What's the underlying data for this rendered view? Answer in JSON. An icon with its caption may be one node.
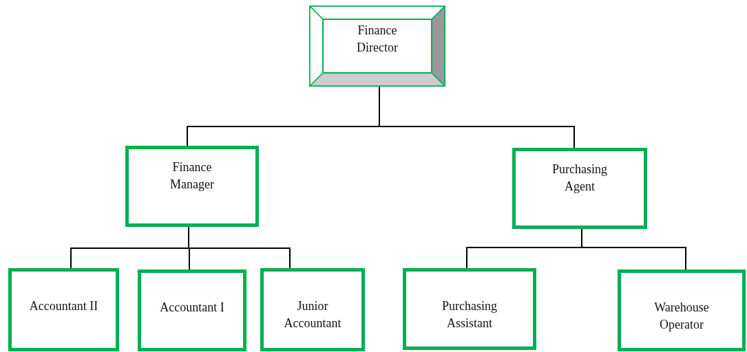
{
  "diagram": {
    "nodes": [
      {
        "text": [
          "Finance Director"
        ]
      },
      {
        "text": [
          "Finance Manager"
        ]
      },
      {
        "text": [
          "Purchasing Agent"
        ]
      },
      {
        "text": [
          "Accountant II"
        ]
      },
      {
        "text": [
          "Accountant I"
        ]
      },
      {
        "text": [
          "Junior Accountant"
        ]
      },
      {
        "text": [
          "Purchasing Assistant"
        ]
      },
      {
        "text": [
          "Warehouse Operator"
        ]
      }
    ],
    "edges": [
      {
        "from": 0,
        "to": 1,
        "arrow": "none"
      },
      {
        "from": 0,
        "to": 2,
        "arrow": "none"
      },
      {
        "from": 1,
        "to": 3,
        "arrow": "none"
      },
      {
        "from": 1,
        "to": 4,
        "arrow": "none"
      },
      {
        "from": 1,
        "to": 5,
        "arrow": "none"
      },
      {
        "from": 2,
        "to": 6,
        "arrow": "none"
      },
      {
        "from": 2,
        "to": 7,
        "arrow": "none"
      }
    ]
  }
}
